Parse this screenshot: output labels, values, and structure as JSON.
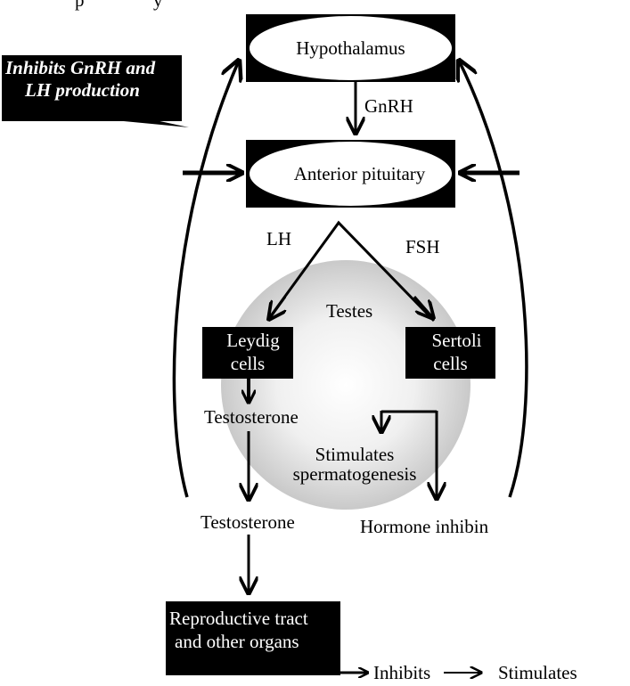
{
  "partial_top_text": [
    "p",
    "y"
  ],
  "callout": {
    "line1": "Inhibits GnRH and",
    "line2": "LH production"
  },
  "nodes": {
    "hypothalamus": "Hypothalamus",
    "anterior_pituitary": "Anterior pituitary",
    "testes": "Testes",
    "leydig_line1": "Leydig",
    "leydig_line2": "cells",
    "sertoli_line1": "Sertoli",
    "sertoli_line2": "cells",
    "testosterone_inner": "Testosterone",
    "stimulates_line1": "Stimulates",
    "stimulates_line2": "spermatogenesis",
    "testosterone_outer": "Testosterone",
    "hormone_inhibin": "Hormone inhibin",
    "reproductive_line1": "Reproductive tract",
    "reproductive_line2": "and other organs"
  },
  "edge_labels": {
    "gnrh": "GnRH",
    "lh": "LH",
    "fsh": "FSH"
  },
  "legend": {
    "inhibits": "Inhibits",
    "stimulates": "Stimulates"
  },
  "colors": {
    "box_fill": "#000000",
    "box_text": "#ffffff",
    "sphere_center": "#ffffff",
    "sphere_edge": "#c8c8c8"
  }
}
